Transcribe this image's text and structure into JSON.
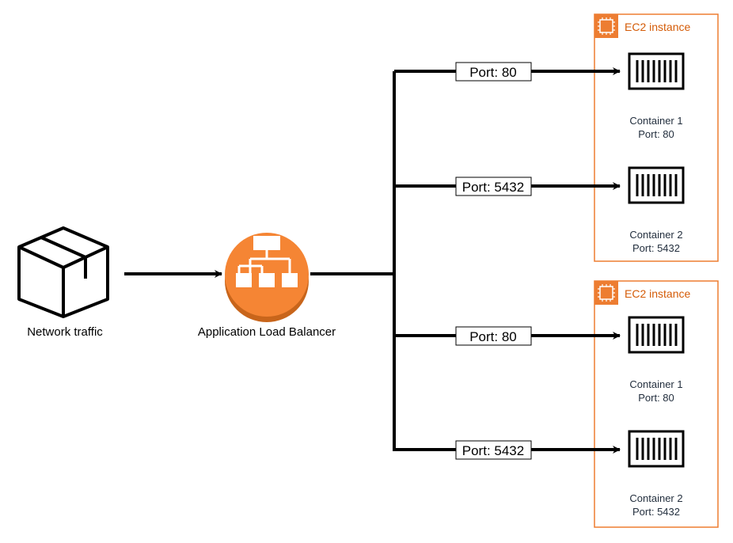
{
  "source": {
    "label": "Network traffic",
    "icon": "package-box-icon"
  },
  "load_balancer": {
    "label": "Application Load Balancer",
    "icon": "load-balancer-icon",
    "color": "#f58534"
  },
  "colors": {
    "ec2_border": "#ed7d31",
    "ec2_text": "#d45b07",
    "line": "#000000"
  },
  "groups": [
    {
      "title": "EC2 instance",
      "icon": "chip-icon",
      "links": [
        {
          "port_label": "Port: 80",
          "container": {
            "name": "Container 1",
            "port": "Port: 80"
          }
        },
        {
          "port_label": "Port: 5432",
          "container": {
            "name": "Container 2",
            "port": "Port: 5432"
          }
        }
      ]
    },
    {
      "title": "EC2 instance",
      "icon": "chip-icon",
      "links": [
        {
          "port_label": "Port: 80",
          "container": {
            "name": "Container 1",
            "port": "Port: 80"
          }
        },
        {
          "port_label": "Port: 5432",
          "container": {
            "name": "Container 2",
            "port": "Port: 5432"
          }
        }
      ]
    }
  ]
}
